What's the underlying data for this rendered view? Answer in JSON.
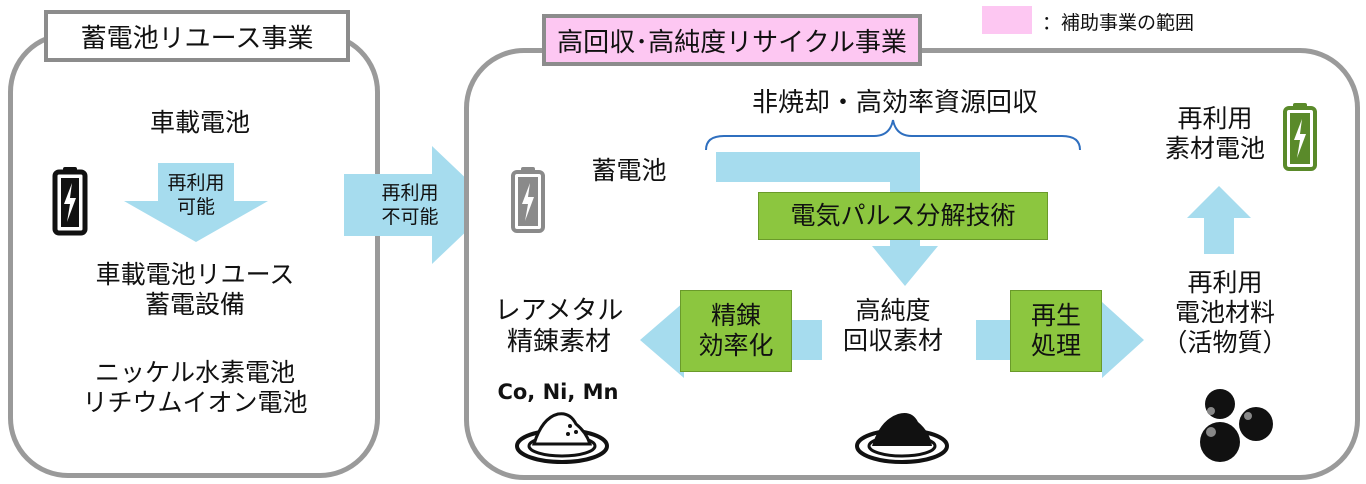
{
  "legend": {
    "swatch_color": "#fdc7f2",
    "label": "：補助事業の範囲"
  },
  "left_panel": {
    "title": "蓄電池リユース事業",
    "vehicle_battery": "車載電池",
    "arrow_label": [
      "再利用",
      "可能"
    ],
    "reuse_equipment": [
      "車載電池リユース",
      "蓄電設備"
    ],
    "battery_types": [
      "ニッケル水素電池",
      "リチウムイオン電池"
    ]
  },
  "transfer_arrow_label": [
    "再利用",
    "不可能"
  ],
  "right_panel": {
    "title": "高回収･高純度リサイクル事業",
    "title_bg": "#fdc7f2",
    "brace_label": "非焼却・高効率資源回収",
    "storage_battery": "蓄電池",
    "process_pulse": "電気パルス分解技術",
    "high_purity": [
      "高純度",
      "回収素材"
    ],
    "refine_box": [
      "精錬",
      "効率化"
    ],
    "rare_metal": [
      "レアメタル",
      "精錬素材"
    ],
    "metals": "Co, Ni, Mn",
    "regen_box": [
      "再生",
      "処理"
    ],
    "battery_material": [
      "再利用",
      "電池材料",
      "（活物質）"
    ],
    "recycled_battery": [
      "再利用",
      "素材電池"
    ]
  },
  "colors": {
    "arrow": "#a6dcee",
    "green_box": "#8cc63f",
    "panel_border": "#9a9a9a",
    "battery_gray": "#8a8a8a",
    "battery_green": "#5a8a2a"
  }
}
